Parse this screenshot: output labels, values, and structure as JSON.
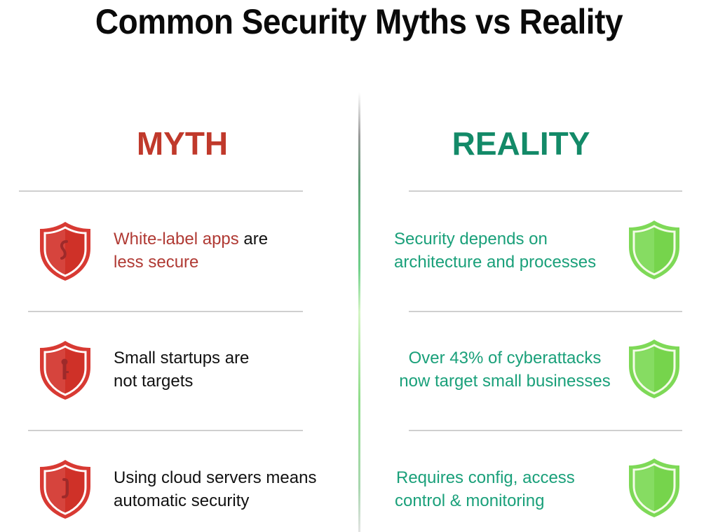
{
  "title": "Common Security Myths vs Reality",
  "colors": {
    "myth": "#c0392b",
    "myth_text": "#b03a34",
    "reality": "#138a68",
    "reality_text": "#1aa07a",
    "shield_red": "#d83a33",
    "shield_green": "#7ed957",
    "divider": "#cfcfcf"
  },
  "myth": {
    "heading": "MYTH",
    "items": [
      {
        "icon": "shield-red-icon",
        "highlight": "White-label apps",
        "line1_rest": " are",
        "line2": "less secure"
      },
      {
        "icon": "shield-red-key-icon",
        "line1": "Small startups are",
        "line2": "not targets"
      },
      {
        "icon": "shield-red-lock-icon",
        "line1": "Using cloud servers means",
        "line2": "automatic security"
      }
    ]
  },
  "reality": {
    "heading": "REALITY",
    "items": [
      {
        "icon": "shield-green-icon",
        "line1": "Security depends on",
        "line2": "architecture and processes"
      },
      {
        "icon": "shield-green-icon",
        "line1": "Over 43% of cyberattacks",
        "line2": "now target small businesses"
      },
      {
        "icon": "shield-green-icon",
        "line1": "Requires config, access",
        "line2": "control & monitoring"
      }
    ]
  }
}
